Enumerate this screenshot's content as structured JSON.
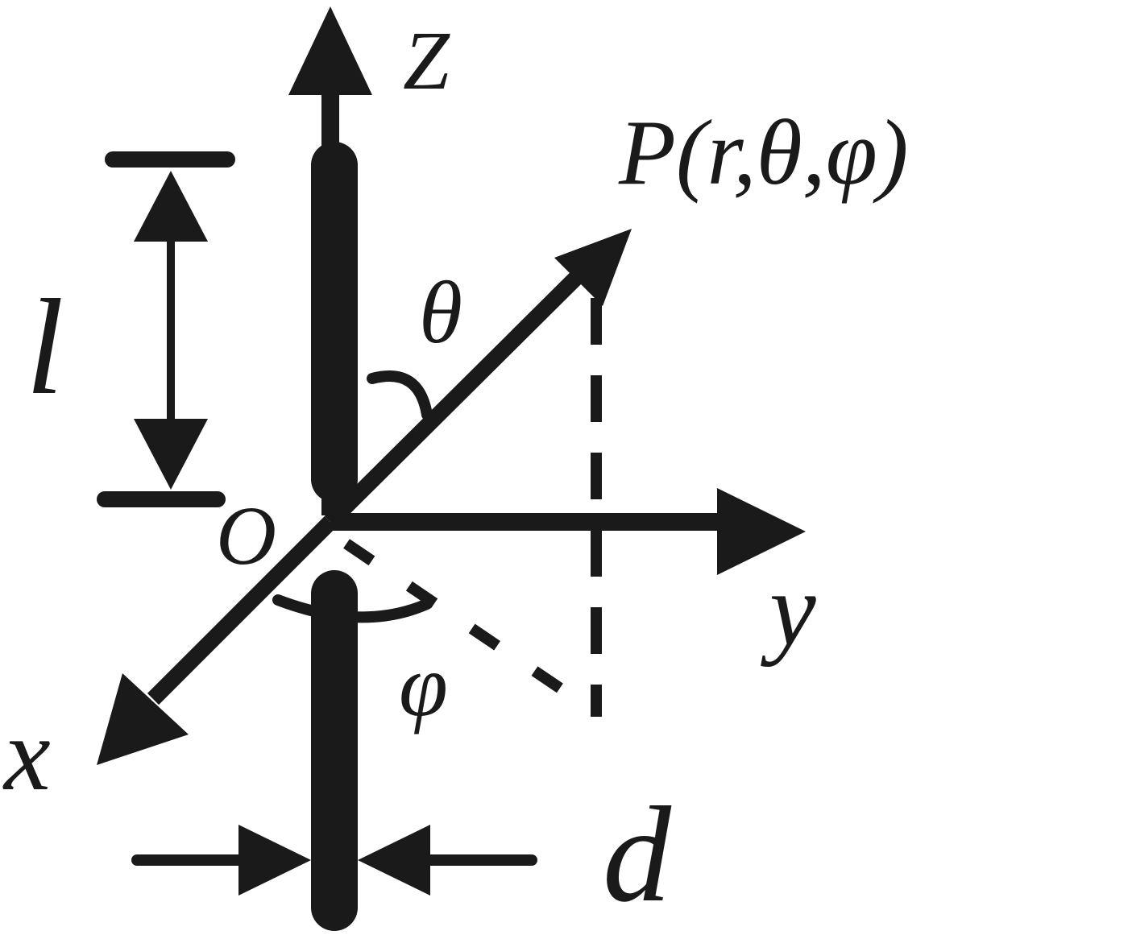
{
  "labels": {
    "z_axis": "Z",
    "y_axis": "y",
    "x_axis": "x",
    "origin": "O",
    "point": "P(r,θ,φ)",
    "theta": "θ",
    "phi": "φ",
    "length": "l",
    "diameter": "d"
  },
  "colors": {
    "ink": "#1a1a1a",
    "background": "#ffffff"
  }
}
